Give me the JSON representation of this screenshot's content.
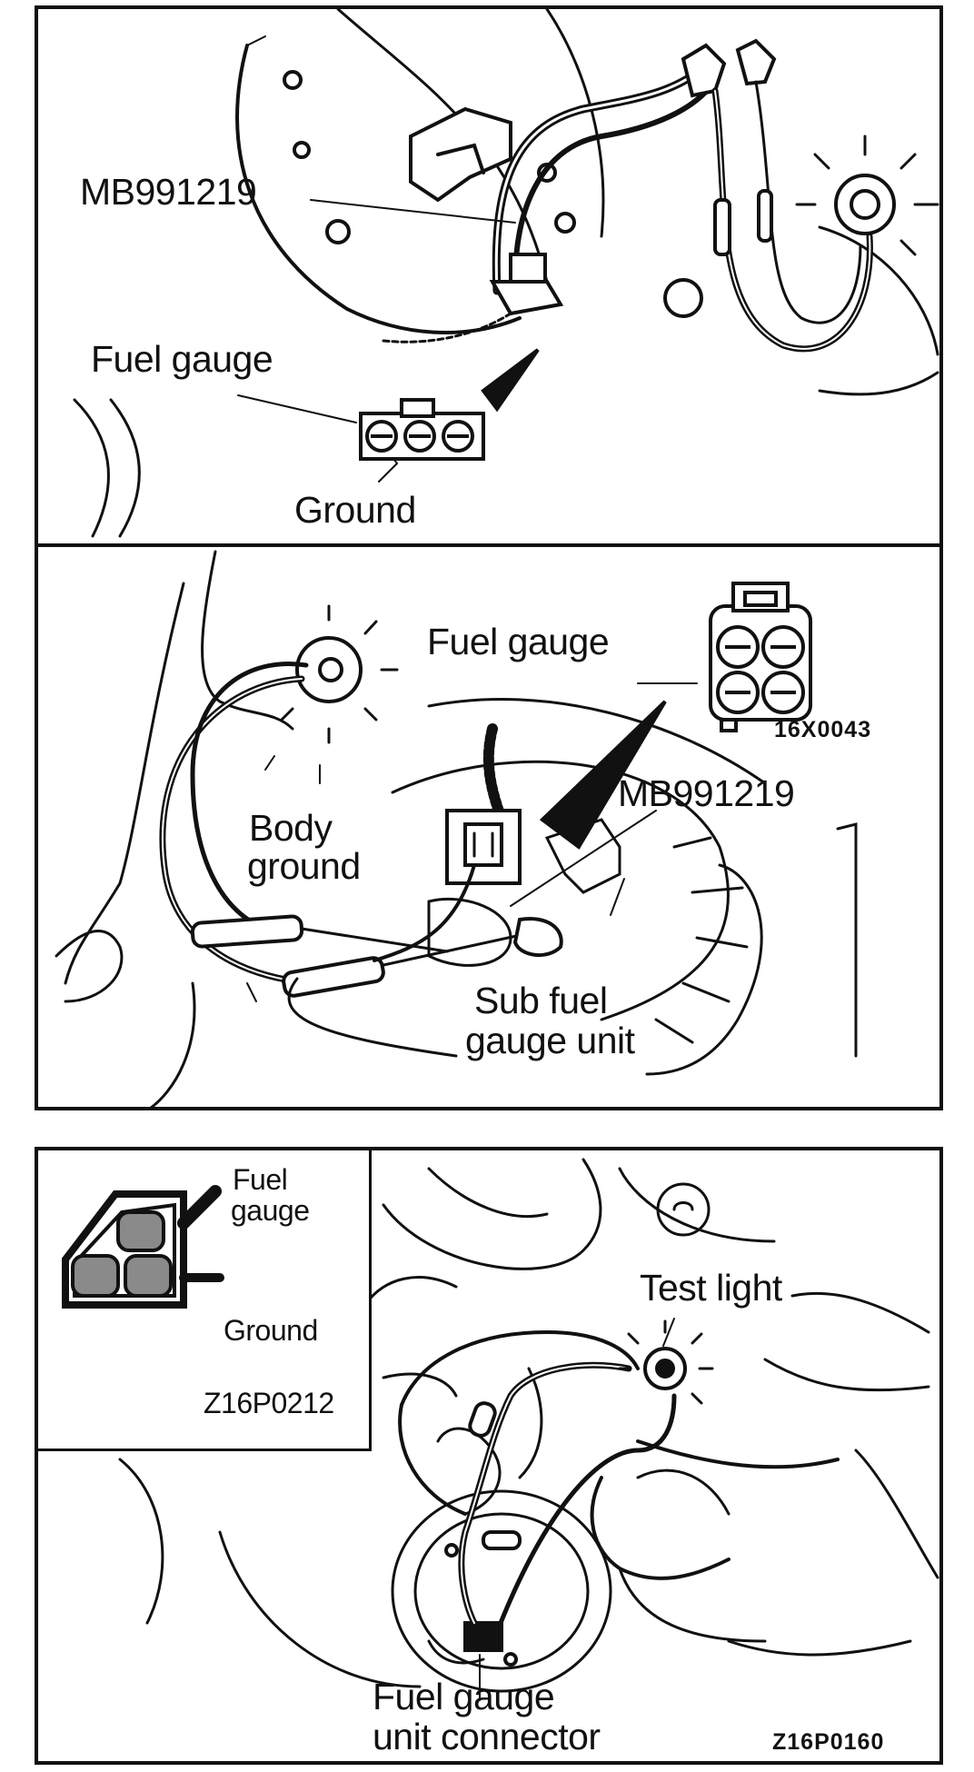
{
  "panel1": {
    "tool_label": "MB991219",
    "fuel_gauge_label": "Fuel gauge",
    "ground_label": "Ground"
  },
  "panel2": {
    "fuel_gauge_label": "Fuel gauge",
    "code": "16X0043",
    "tool_label": "MB991219",
    "body_ground_line1": "Body",
    "body_ground_line2": "ground",
    "sub_unit_line1": "Sub fuel",
    "sub_unit_line2": "gauge unit"
  },
  "panel3": {
    "inset_fuel_line1": "Fuel",
    "inset_fuel_line2": "gauge",
    "inset_ground_label": "Ground",
    "inset_code": "Z16P0212",
    "test_light_label": "Test light",
    "connector_line1": "Fuel gauge",
    "connector_line2": "unit connector",
    "code": "Z16P0160"
  },
  "colors": {
    "ink": "#111111",
    "paper": "#ffffff",
    "shade": "#8a8a8a"
  }
}
